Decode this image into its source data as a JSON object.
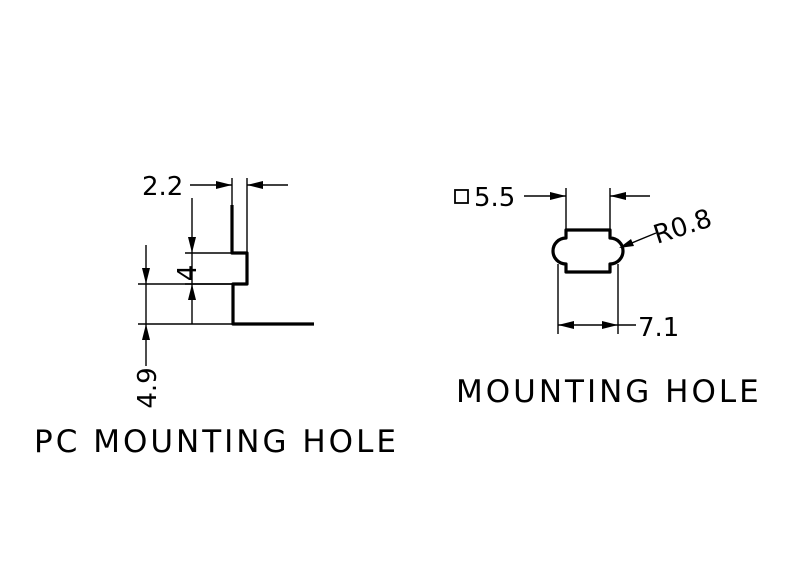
{
  "pc_mounting_hole": {
    "caption": "PC MOUNTING HOLE",
    "dim_width": "2.2",
    "dim_upper": "4",
    "dim_lower": "4.9"
  },
  "mounting_hole": {
    "caption": "MOUNTING HOLE",
    "square_symbol": "□",
    "dim_inner": "5.5",
    "dim_radius": "R0.8",
    "dim_outer": "7.1"
  }
}
